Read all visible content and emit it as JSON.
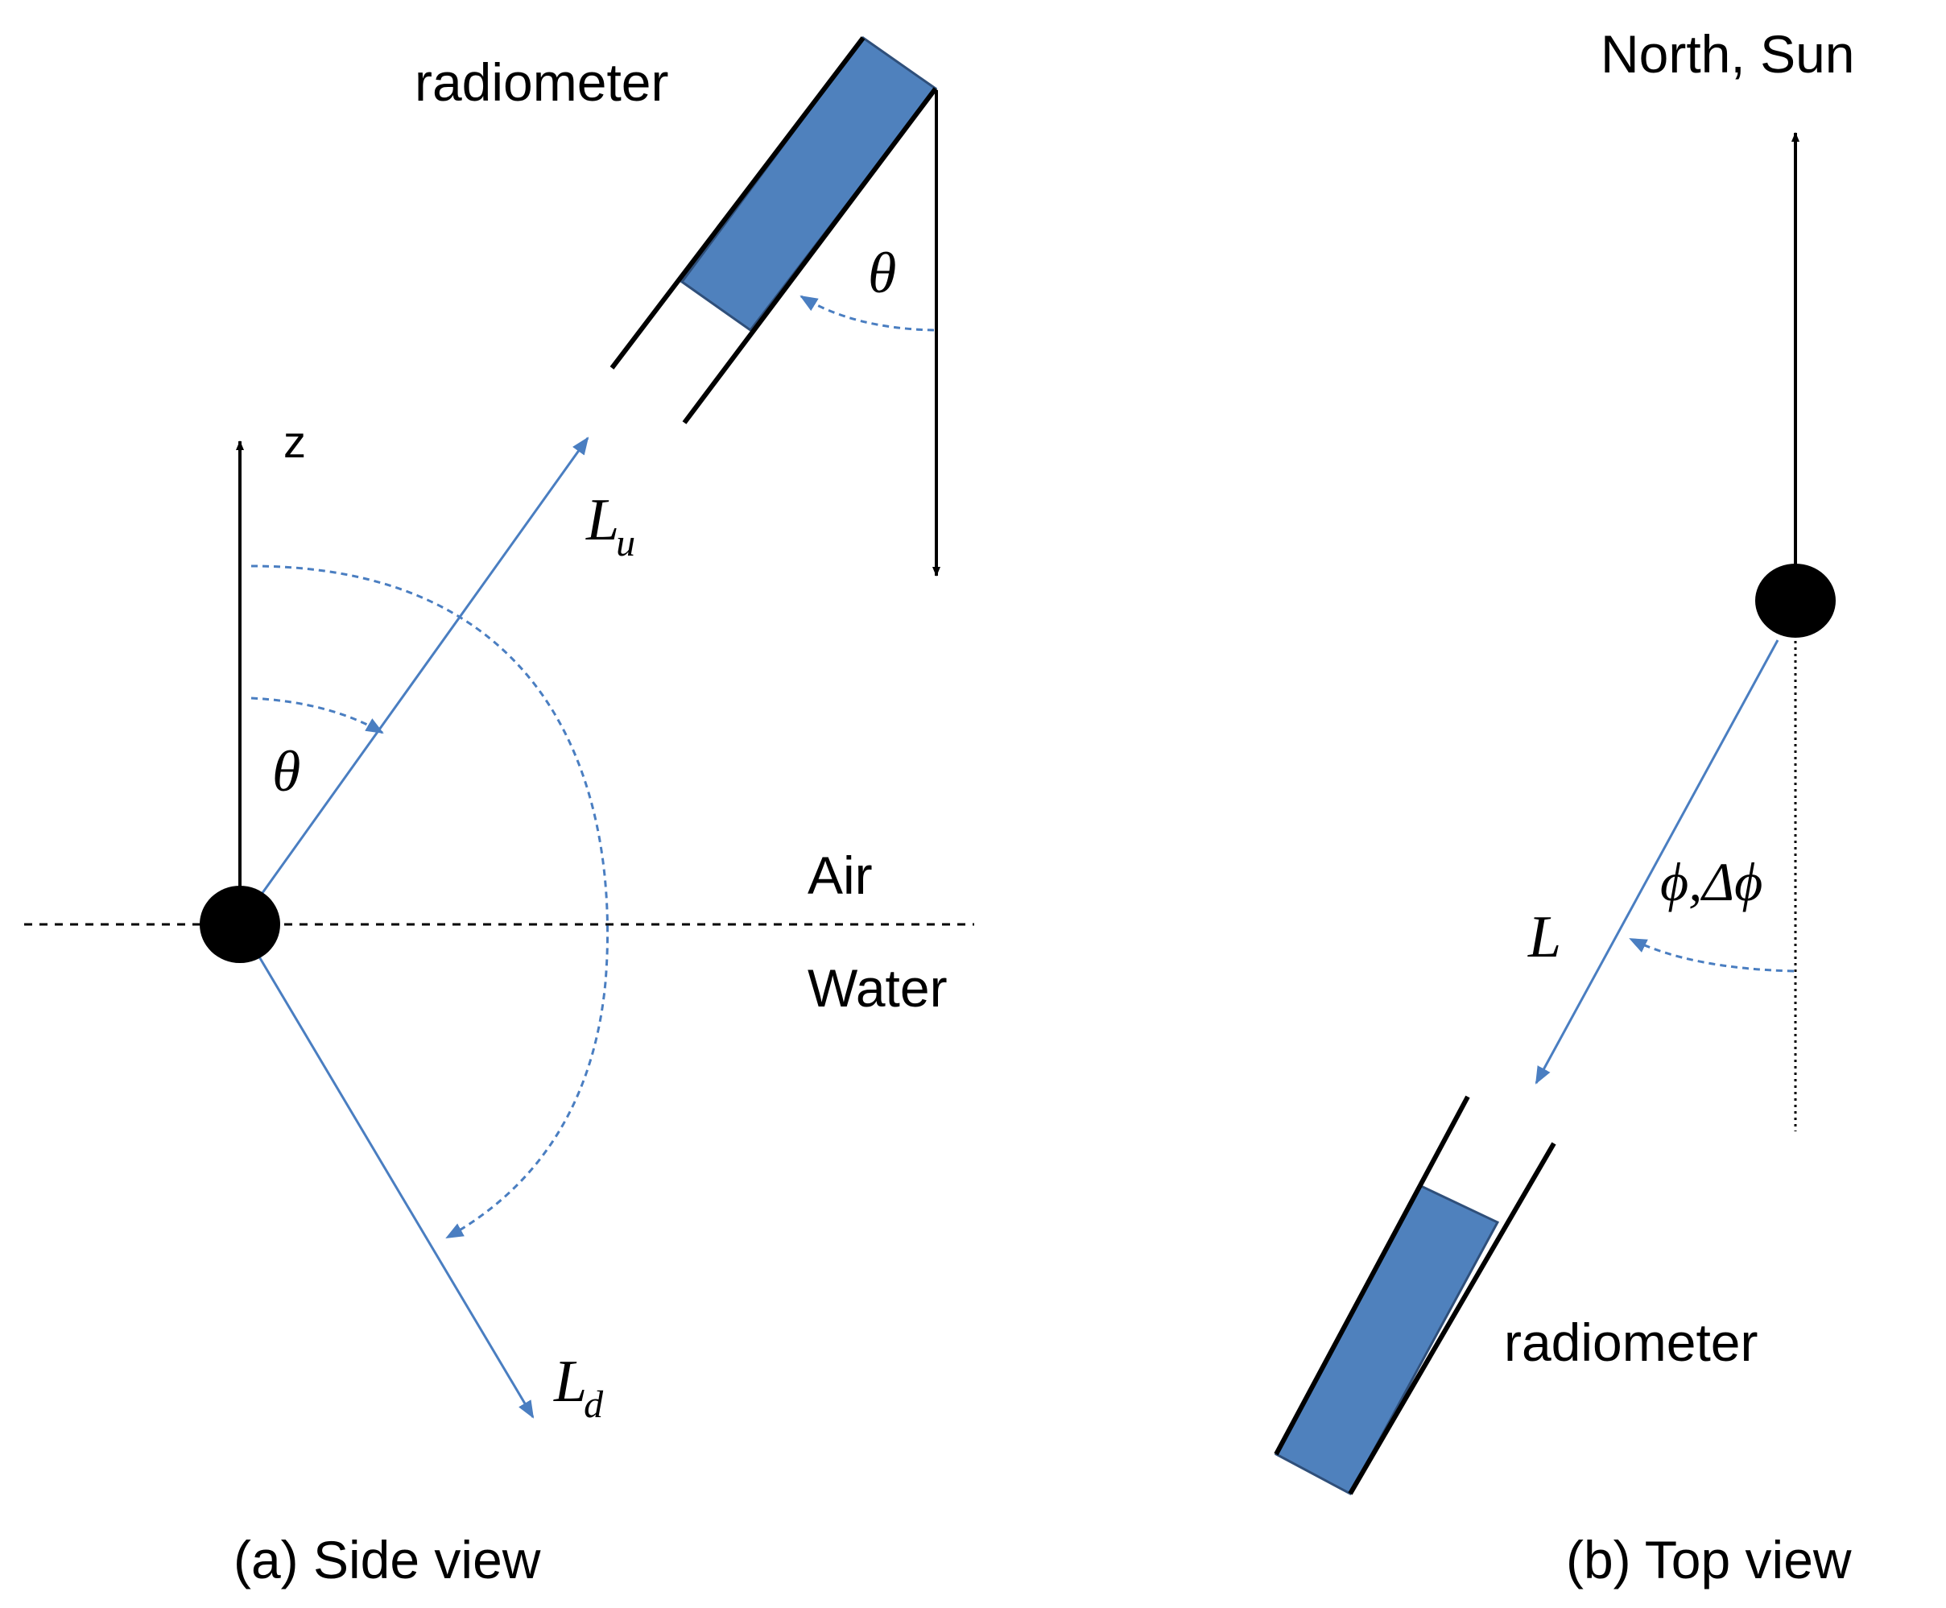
{
  "colors": {
    "ink": "#000000",
    "ray": "#4a7ec1",
    "radiometer_fill": "#4f81bd",
    "background": "#ffffff"
  },
  "side_view": {
    "caption": "(a) Side view",
    "radiometer_label": "radiometer",
    "z_label": "z",
    "theta_label": "θ",
    "theta_sensor_label": "θ",
    "air_label": "Air",
    "water_label": "Water",
    "Lu_main": "L",
    "Lu_sub": "u",
    "Ld_main": "L",
    "Ld_sub": "d"
  },
  "top_view": {
    "caption": "(b) Top view",
    "north_sun_label": "North, Sun",
    "radiometer_label": "radiometer",
    "L_label": "L",
    "phi_label": "ϕ,Δϕ"
  }
}
